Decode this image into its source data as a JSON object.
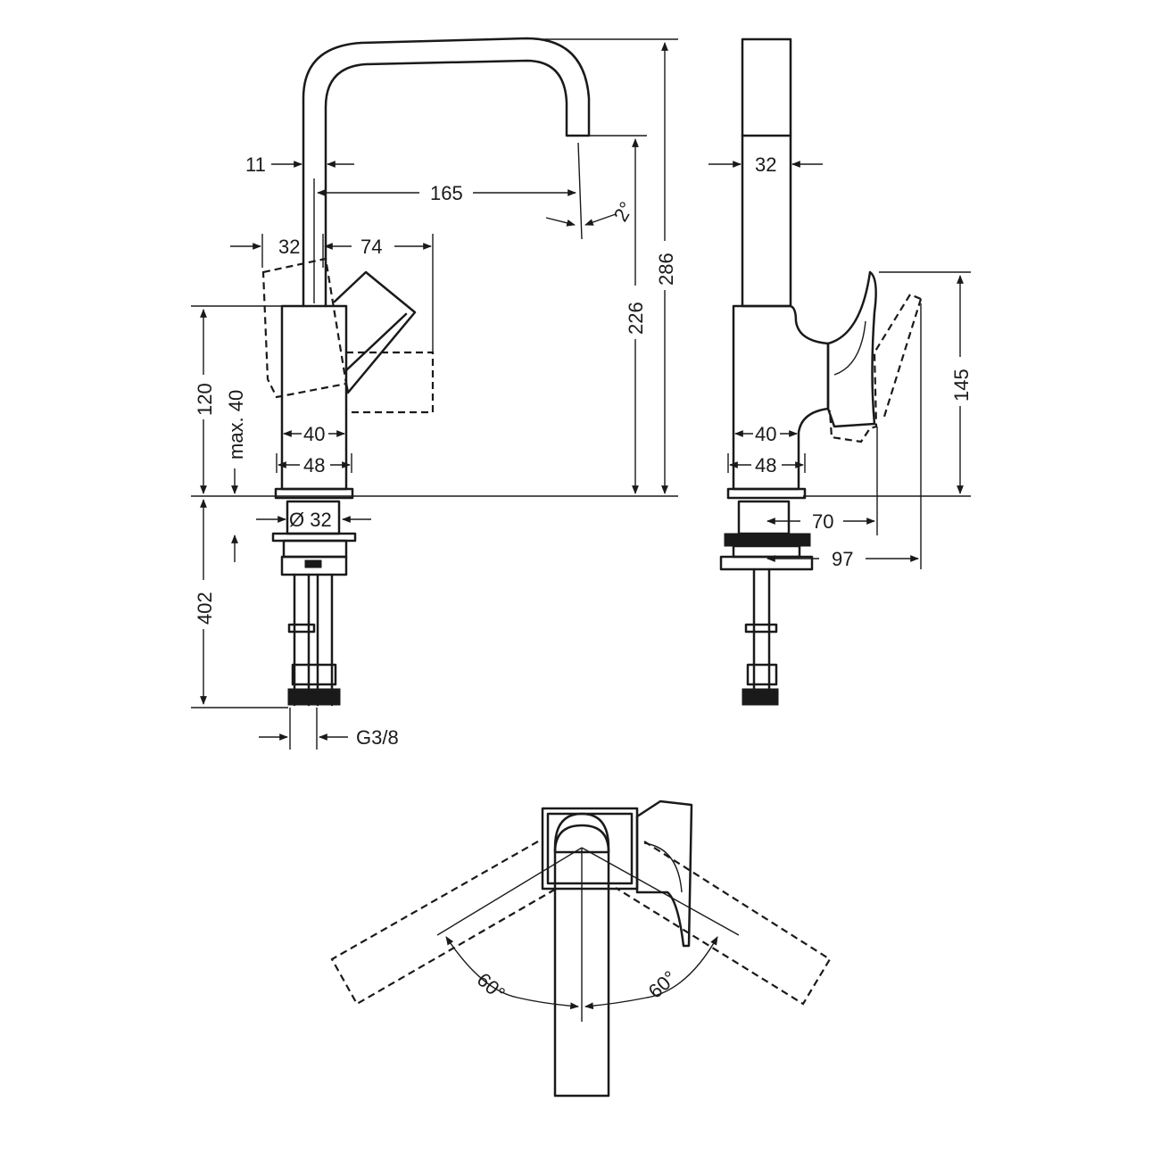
{
  "dimensions": {
    "d11": "11",
    "d165": "165",
    "d2deg": "2°",
    "d32_handle": "32",
    "d74": "74",
    "d226": "226",
    "d286": "286",
    "d120": "120",
    "dmax40": "max. 40",
    "d40_front": "40",
    "d48_front": "48",
    "d_dia32": "Ø 32",
    "d402": "402",
    "dG38": "G3/8",
    "d32_side": "32",
    "d145": "145",
    "d40_side": "40",
    "d48_side": "48",
    "d70": "70",
    "d97": "97",
    "d60_left": "60°",
    "d60_right": "60°"
  }
}
